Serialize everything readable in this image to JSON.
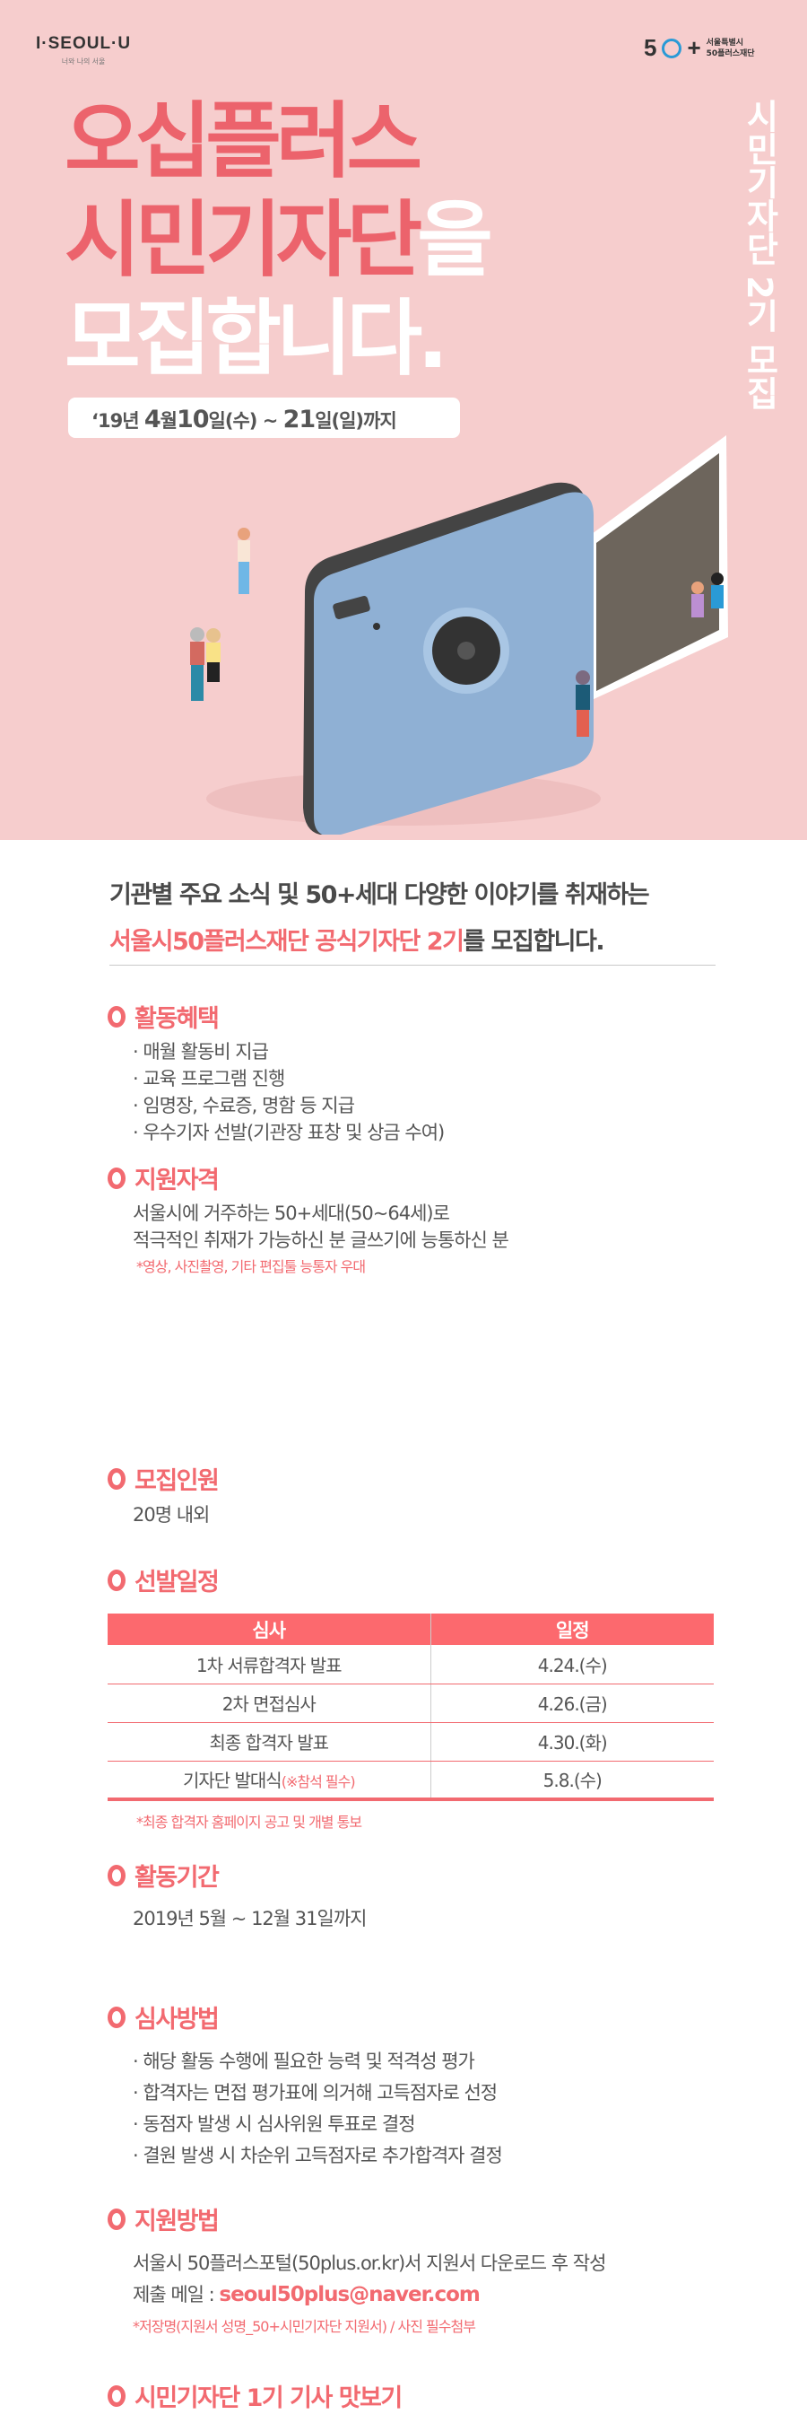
{
  "header": {
    "left_logo": "I·SEOUL·U",
    "left_logo_sub": "너와 나의 서울",
    "right_logo_num": "5",
    "right_logo_plus": "+",
    "right_logo_line1": "서울특별시",
    "right_logo_line2": "50플러스재단"
  },
  "hero": {
    "title_line1": "오십플러스",
    "title_line2_pink": "시민기자단",
    "title_line2_white": "을",
    "title_line3": "모집합니다.",
    "vertical": "시민기자단 2기 모집",
    "date": {
      "a": "‘19년 ",
      "b": "4",
      "c": "월",
      "d": "10",
      "e": "일(수) ~ ",
      "f": "21",
      "g": "일(일)까지"
    }
  },
  "intro": {
    "line1": "기관별 주요 소식 및 50+세대 다양한 이야기를 취재하는",
    "line2_pink": "서울시50플러스재단 공식기자단 2기",
    "line2_rest": "를 모집합니다."
  },
  "benefits": {
    "title": "활동혜택",
    "items": [
      "· 매월 활동비 지급",
      "· 교육 프로그램 진행",
      "· 임명장, 수료증, 명함 등 지급",
      "· 우수기자 선발(기관장 표창 및 상금 수여)"
    ]
  },
  "qualification": {
    "title": "지원자격",
    "line1": "서울시에 거주하는 50+세대(50~64세)로",
    "line2": "적극적인 취재가 가능하신 분 글쓰기에 능통하신 분",
    "note": "*영상, 사진촬영, 기타 편집툴 능통자 우대"
  },
  "recruits": {
    "title": "모집인원",
    "text": "20명 내외"
  },
  "schedule": {
    "title": "선발일정",
    "headers": [
      "심사",
      "일정"
    ],
    "rows": [
      {
        "step": "1차 서류합격자 발표",
        "date": "4.24.(수)"
      },
      {
        "step": "2차 면접심사",
        "date": "4.26.(금)"
      },
      {
        "step": "최종 합격자 발표",
        "date": "4.30.(화)"
      },
      {
        "step": "기자단 발대식",
        "step_note": "(※참석 필수)",
        "date": "5.8.(수)"
      }
    ],
    "note": "*최종 합격자 홈페이지 공고 및 개별 통보"
  },
  "period": {
    "title": "활동기간",
    "text": "2019년 5월 ~ 12월 31일까지"
  },
  "review": {
    "title": "심사방법",
    "items": [
      "· 해당 활동 수행에 필요한 능력 및 적격성 평가",
      "· 합격자는 면접 평가표에 의거해 고득점자로 선정",
      "· 동점자 발생 시 심사위원 투표로 결정",
      "· 결원 발생 시 차순위 고득점자로 추가합격자 결정"
    ]
  },
  "apply": {
    "title": "지원방법",
    "line1": "서울시 50플러스포털(50plus.or.kr)서 지원서 다운로드 후 작성",
    "email_label": "제출 메일 : ",
    "email": "seoul50plus@naver.com",
    "note": "*저장명(지원서 성명_50+시민기자단 지원서) / 사진 필수첨부"
  },
  "preview": {
    "title": "시민기자단 1기 기사 맛보기"
  },
  "colors": {
    "accent": "#f26a70",
    "hero_bg": "#f6cdcd",
    "camera": "#8fb0d4"
  }
}
